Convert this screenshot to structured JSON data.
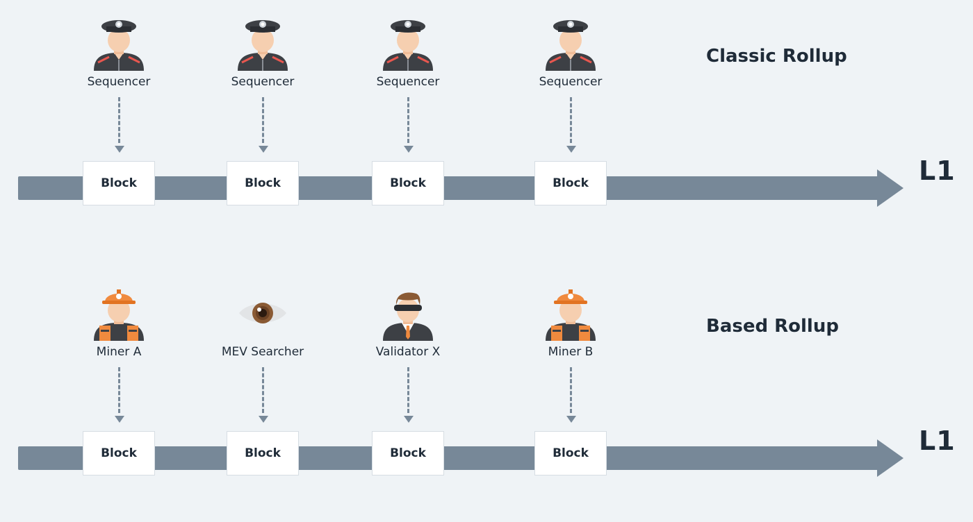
{
  "rollups": [
    {
      "title": "Classic Rollup",
      "chain_label": "L1",
      "actors": [
        {
          "label": "Sequencer",
          "icon": "sequencer-icon",
          "block_label": "Block"
        },
        {
          "label": "Sequencer",
          "icon": "sequencer-icon",
          "block_label": "Block"
        },
        {
          "label": "Sequencer",
          "icon": "sequencer-icon",
          "block_label": "Block"
        },
        {
          "label": "Sequencer",
          "icon": "sequencer-icon",
          "block_label": "Block"
        }
      ]
    },
    {
      "title": "Based Rollup",
      "chain_label": "L1",
      "actors": [
        {
          "label": "Miner A",
          "icon": "miner-icon",
          "block_label": "Block"
        },
        {
          "label": "MEV Searcher",
          "icon": "eye-icon",
          "block_label": "Block"
        },
        {
          "label": "Validator X",
          "icon": "validator-icon",
          "block_label": "Block"
        },
        {
          "label": "Miner B",
          "icon": "miner-icon",
          "block_label": "Block"
        }
      ]
    }
  ],
  "colors": {
    "background": "#eff3f6",
    "timeline": "#778898",
    "text": "#1f2b38",
    "block": "#ffffff",
    "uniform": "#3d4045",
    "skin": "#f6cfb0",
    "accent_orange": "#f08a3e",
    "accent_red": "#e8574f"
  }
}
